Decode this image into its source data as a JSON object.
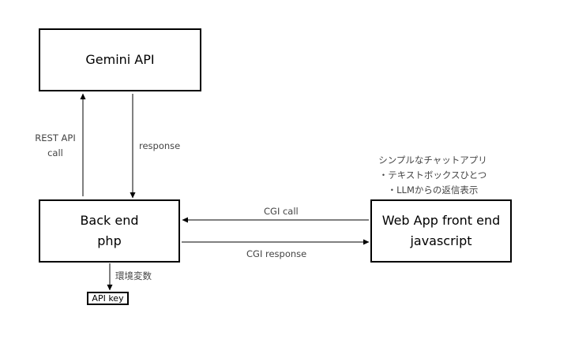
{
  "nodes": {
    "gemini": {
      "title": "Gemini API"
    },
    "backend": {
      "line1": "Back end",
      "line2": "php"
    },
    "webapp": {
      "line1": "Web App front end",
      "line2": "javascript"
    },
    "apikey": {
      "label": "API key"
    }
  },
  "edges": {
    "rest_call": {
      "line1": "REST API",
      "line2": "call"
    },
    "response": {
      "label": "response"
    },
    "cgi_call": {
      "label": "CGI call"
    },
    "cgi_response": {
      "label": "CGI response"
    },
    "env_var": {
      "label": "環境変数"
    }
  },
  "notes": [
    "シンプルなチャットアプリ",
    "・テキストボックスひとつ",
    "・LLMからの返信表示"
  ]
}
